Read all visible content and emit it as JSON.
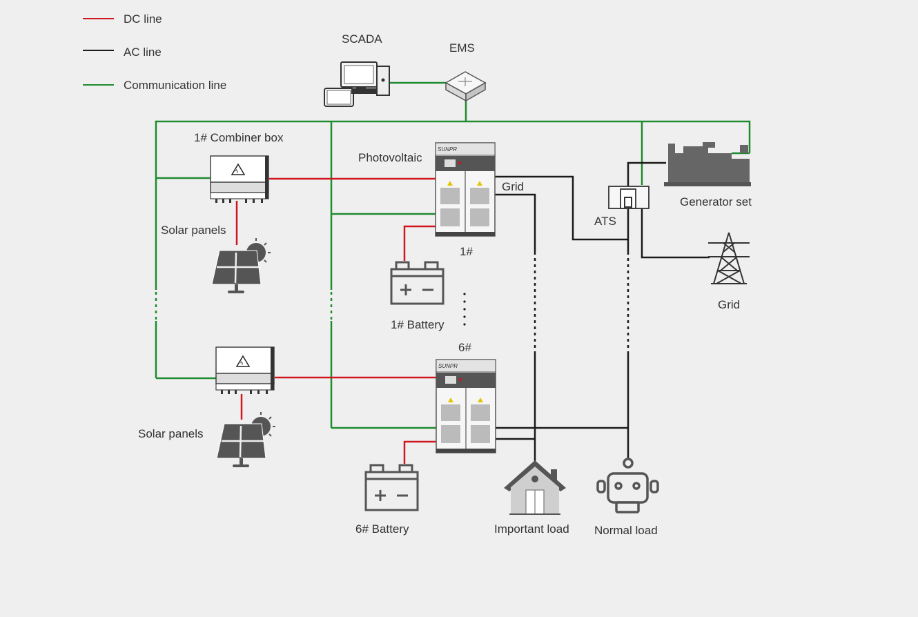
{
  "legend": {
    "dc": {
      "label": "DC line",
      "color": "#d0161e"
    },
    "ac": {
      "label": "AC line",
      "color": "#1a1a1a"
    },
    "comm": {
      "label": "Communication line",
      "color": "#1e8b2e"
    }
  },
  "labels": {
    "scada": "SCADA",
    "ems": "EMS",
    "combiner_box": "1# Combiner box",
    "photovoltaic": "Photovoltaic",
    "grid_line": "Grid",
    "solar_panels_top": "Solar panels",
    "solar_panels_bottom": "Solar panels",
    "pcs_1": "1#",
    "pcs_6": "6#",
    "battery_1": "1# Battery",
    "battery_6": "6# Battery",
    "ats": "ATS",
    "generator": "Generator set",
    "grid": "Grid",
    "important_load": "Important load",
    "normal_load": "Normal load",
    "brand": "SUNPR"
  },
  "icons": [
    "computer-icon",
    "router-icon",
    "combiner-box-icon",
    "solar-panel-icon",
    "pcs-cabinet-icon",
    "battery-icon",
    "ats-switch-icon",
    "generator-icon",
    "pylon-icon",
    "house-icon",
    "robot-load-icon"
  ]
}
